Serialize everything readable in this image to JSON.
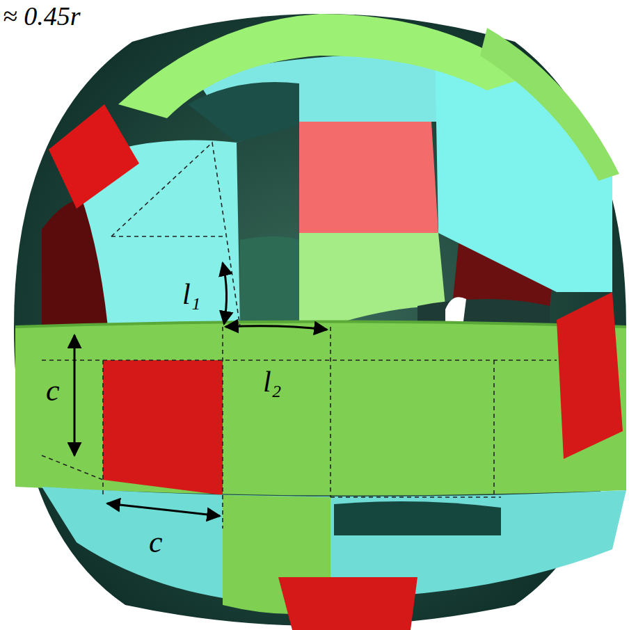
{
  "diagram": {
    "labels": [
      "≈ 0.45r",
      "l₁",
      "l₂",
      "c",
      "c"
    ]
  }
}
